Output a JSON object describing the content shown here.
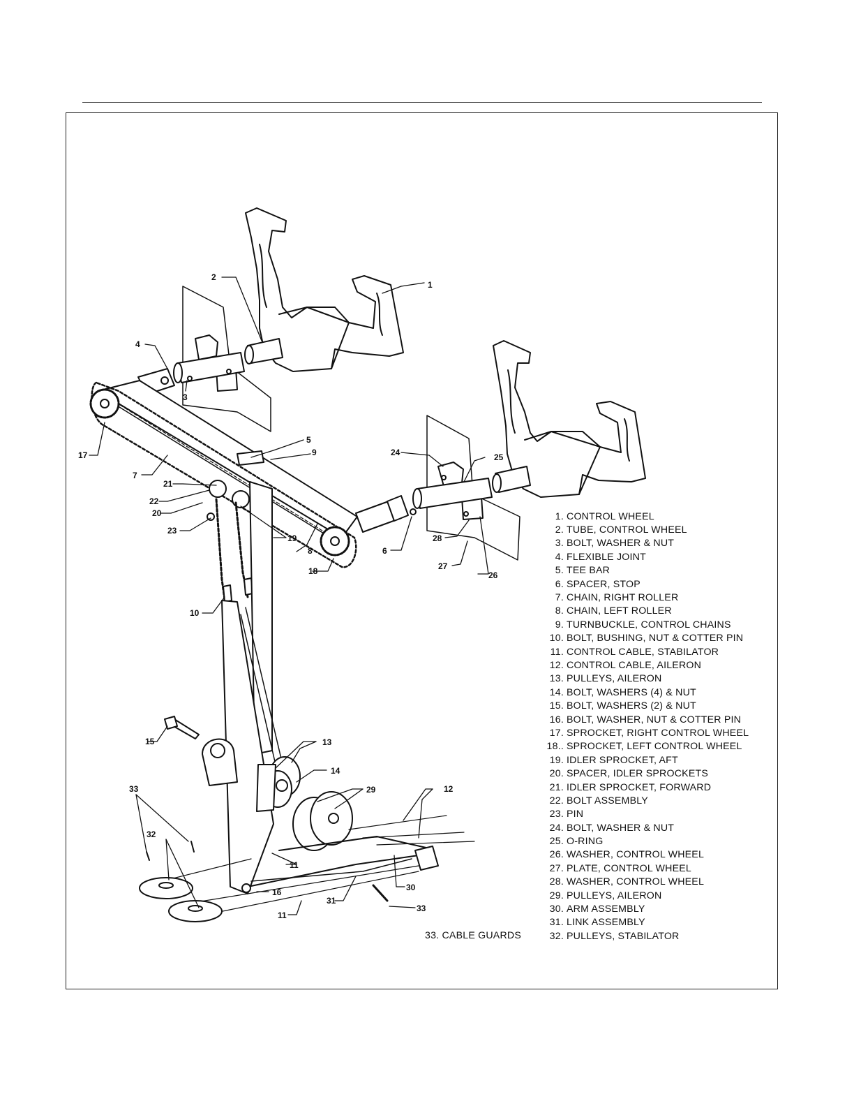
{
  "legend": [
    {
      "num": "1.",
      "text": "CONTROL WHEEL"
    },
    {
      "num": "2.",
      "text": "TUBE, CONTROL WHEEL"
    },
    {
      "num": "3.",
      "text": "BOLT, WASHER & NUT"
    },
    {
      "num": "4.",
      "text": "FLEXIBLE JOINT"
    },
    {
      "num": "5.",
      "text": "TEE BAR"
    },
    {
      "num": "6.",
      "text": "SPACER, STOP"
    },
    {
      "num": "7.",
      "text": "CHAIN, RIGHT ROLLER"
    },
    {
      "num": "8.",
      "text": "CHAIN, LEFT ROLLER"
    },
    {
      "num": "9.",
      "text": "TURNBUCKLE, CONTROL CHAINS"
    },
    {
      "num": "10.",
      "text": "BOLT, BUSHING, NUT & COTTER PIN"
    },
    {
      "num": "11.",
      "text": "CONTROL CABLE, STABILATOR"
    },
    {
      "num": "12.",
      "text": "CONTROL CABLE, AILERON"
    },
    {
      "num": "13.",
      "text": "PULLEYS, AILERON"
    },
    {
      "num": "14.",
      "text": "BOLT, WASHERS (4) & NUT"
    },
    {
      "num": "15.",
      "text": "BOLT, WASHERS (2) & NUT"
    },
    {
      "num": "16.",
      "text": "BOLT, WASHER, NUT & COTTER PIN"
    },
    {
      "num": "17.",
      "text": "SPROCKET, RIGHT CONTROL WHEEL"
    },
    {
      "num": "18..",
      "text": "SPROCKET, LEFT CONTROL WHEEL"
    },
    {
      "num": "19.",
      "text": "IDLER SPROCKET, AFT"
    },
    {
      "num": "20.",
      "text": "SPACER, IDLER SPROCKETS"
    },
    {
      "num": "21.",
      "text": "IDLER SPROCKET, FORWARD"
    },
    {
      "num": "22.",
      "text": "BOLT ASSEMBLY"
    },
    {
      "num": "23.",
      "text": "PIN"
    },
    {
      "num": "24.",
      "text": "BOLT, WASHER & NUT"
    },
    {
      "num": "25.",
      "text": "O-RING"
    },
    {
      "num": "26.",
      "text": "WASHER, CONTROL WHEEL"
    },
    {
      "num": "27.",
      "text": "PLATE, CONTROL WHEEL"
    },
    {
      "num": "28.",
      "text": "WASHER, CONTROL WHEEL"
    },
    {
      "num": "29.",
      "text": "PULLEYS, AILERON"
    },
    {
      "num": "30.",
      "text": "ARM ASSEMBLY"
    },
    {
      "num": "31.",
      "text": "LINK ASSEMBLY"
    },
    {
      "num": "32.",
      "text": "PULLEYS, STABILATOR"
    }
  ],
  "legend_extra": "33. CABLE GUARDS",
  "callouts": {
    "c1": "1",
    "c2": "2",
    "c3": "3",
    "c4": "4",
    "c5": "5",
    "c6": "6",
    "c7": "7",
    "c8": "8",
    "c9": "9",
    "c10": "10",
    "c11a": "11",
    "c11b": "11",
    "c12": "12",
    "c13": "13",
    "c14": "14",
    "c15": "15",
    "c16": "16",
    "c17": "17",
    "c18": "18",
    "c19": "19",
    "c20": "20",
    "c21": "21",
    "c22": "22",
    "c23": "23",
    "c24": "24",
    "c25": "25",
    "c26": "26",
    "c27": "27",
    "c28": "28",
    "c29": "29",
    "c30": "30",
    "c31": "31",
    "c32": "32",
    "c33a": "33",
    "c33b": "33"
  }
}
